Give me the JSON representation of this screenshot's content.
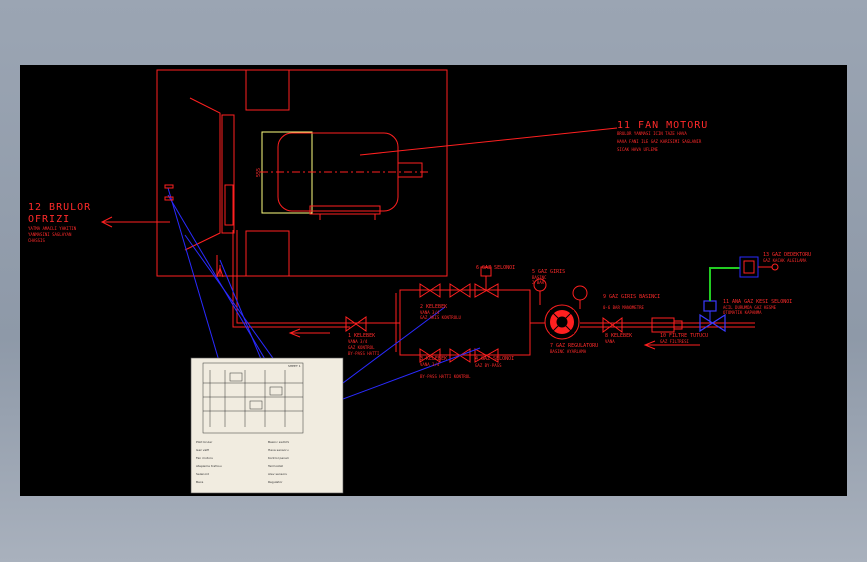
{
  "labels": {
    "fan_motor_title": "11   FAN MOTORU",
    "fan_motor_desc1": "BRULOR YANMASI ICIN TAZE HAVA",
    "fan_motor_desc2": "HAVA FANI ILE GAZ KARISIMI SAGLANIR",
    "fan_motor_desc3": "SICAK HAVA UFLEME",
    "burner_title1": "12 BRULOR",
    "burner_title2": "OFRIZI",
    "burner_desc1": "YATMA AMACLI YAKITIN",
    "burner_desc2": "YANMASINI SAGLAYAN",
    "burner_desc3": "CHASSIS",
    "dim_value": "555",
    "gas_selenoid_6": "6 GAZ SELONOI",
    "gas_inlet_5": "5 GAZ GIRIS",
    "gas_inlet_5_sub1": "BASINC",
    "gas_inlet_5_sub2": "2 BAR",
    "valve_2": "2 KELEBEK",
    "valve_2_sub": "VANA 3/4",
    "valve_2_note": "GAZ AKIS KONTROLU",
    "valve_1": "1 KELEBEK",
    "valve_1_sub": "VANA 3/4",
    "valve_1_note1": "GAZ KONTROL",
    "valve_1_note2": "BY-PASS HATTI",
    "valve_3": "3 KELEBEK",
    "valve_3_sub": "VANA 3/4",
    "valve_3_note": "BY-PASS HATTI KONTROL",
    "gas_selenoid_4": "4 GAZ SELONOI",
    "gas_selenoid_4_sub": "GAZ BY-PASS",
    "regulator_7": "7 GAZ REGULATORU",
    "regulator_7_sub": "BASINC AYARLAMA",
    "pressure_9": "9 GAZ GIRIS BASINCI",
    "pressure_9_sub": "0-6 BAR MANOMETRE",
    "valve_8": "8 KELEBEK",
    "valve_8_sub": "VANA",
    "filter_10": "10 FILTRE TUTUCU",
    "filter_10_sub": "GAZ FILTRESI",
    "detector_13": "13  GAZ DEDEKTORU",
    "detector_13_sub": "GAZ KACAK ALGILAMA",
    "main_selenoid_11": "11 ANA GAZ KESI SELONOI",
    "main_selenoid_11_sub1": "ACIL DURUMDA GAZ KESME",
    "main_selenoid_11_sub2": "OTOMATIK KAPANMA"
  },
  "thumbnail": {
    "title": "SHEET 1",
    "legend": [
      "Pilot bruler",
      "Basinc switchi",
      "Gaz valfi",
      "Hava sensoru",
      "Fan motoru",
      "Kontrol paneli",
      "Ateşleme trafosu",
      "Termostat",
      "Selenoid",
      "Alev sensoru",
      "Baca",
      "Regulator"
    ]
  },
  "colors": {
    "background": "#000000",
    "linework": "#ff2020",
    "signal": "#2a2aff",
    "ground": "#22cc22",
    "highlight": "#ffff80"
  }
}
